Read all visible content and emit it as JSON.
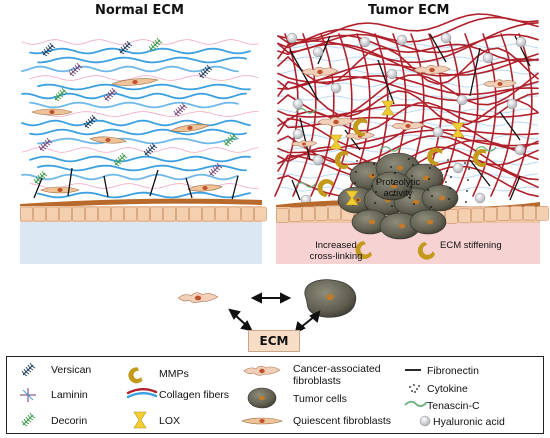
{
  "titles": {
    "normal": "Normal ECM",
    "tumor": "Tumor ECM"
  },
  "annotations": {
    "proteolytic_line1": "Proteolytic",
    "proteolytic_line2": "activity",
    "crosslink_line1": "Increased",
    "crosslink_line2": "cross-linking",
    "stiffening": "ECM stiffening"
  },
  "center_label": "ECM",
  "legend": {
    "versican": "Versican",
    "laminin": "Laminin",
    "decorin": "Decorin",
    "mmps": "MMPs",
    "collagen": "Collagen fibers",
    "lox": "LOX",
    "caf_line1": "Cancer-associated",
    "caf_line2": "fibroblasts",
    "tumor_cells": "Tumor cells",
    "quiescent": "Quiescent fibroblasts",
    "fibronectin": "Fibronectin",
    "cytokine": "Cytokine",
    "tenascin": "Tenascin-C",
    "hyaluronic": "Hyaluronic acid"
  },
  "colors": {
    "collagen_blue": "#3aa0e0",
    "collagen_red": "#b0202a",
    "epithelium": "#f0c6a6",
    "basement": "#b86a2c",
    "normal_stroma": "#dbe8f4",
    "tumor_stroma": "#f7d2d2",
    "tumor_cell": "#6b6a5a",
    "mmp": "#c49a1c",
    "lox": "#f2cd32",
    "hyaluronic": "#bfc2c8"
  }
}
